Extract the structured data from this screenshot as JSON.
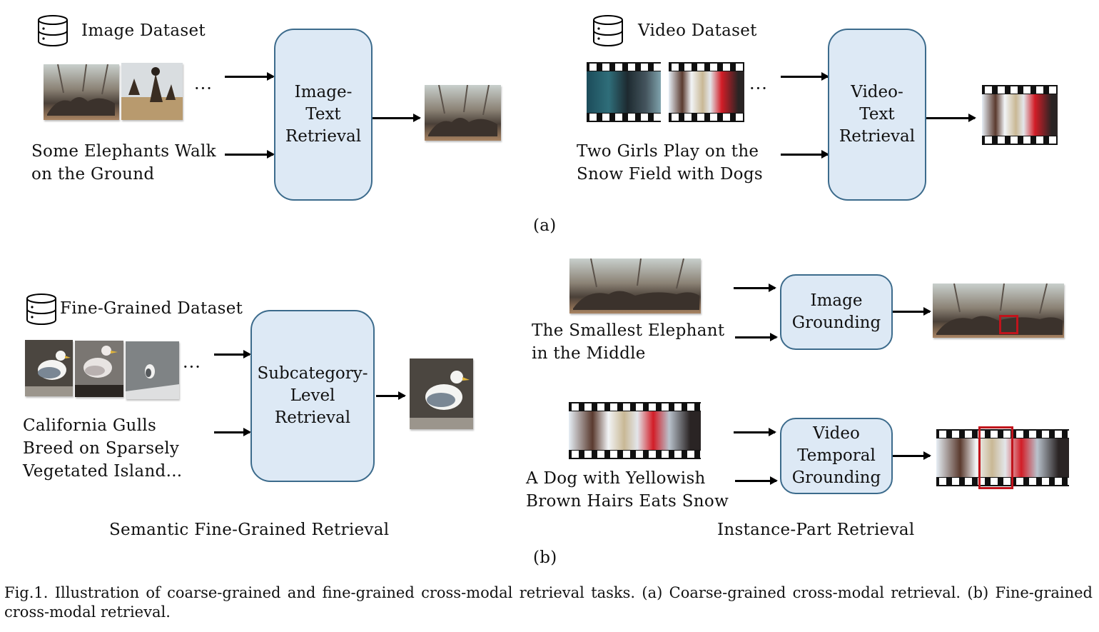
{
  "panel_a": {
    "label": "(a)",
    "image_branch": {
      "dataset_title": "Image Dataset",
      "ellipsis": "···",
      "query_lines": [
        "Some Elephants Walk",
        "on the Ground"
      ],
      "module_lines": [
        "Image-",
        "Text",
        "Retrieval"
      ],
      "thumbnails": [
        "elephants",
        "wild-dogs"
      ],
      "result": "elephants"
    },
    "video_branch": {
      "dataset_title": "Video Dataset",
      "ellipsis": "···",
      "query_lines": [
        "Two Girls Play on the",
        "Snow Field with Dogs"
      ],
      "module_lines": [
        "Video-",
        "Text",
        "Retrieval"
      ],
      "thumbnails": [
        "lab-scene",
        "snow-girls"
      ],
      "result": "snow-girls"
    }
  },
  "panel_b": {
    "label": "(b)",
    "semantic": {
      "dataset_title": "Fine-Grained Dataset",
      "ellipsis": "···",
      "query_lines": [
        "California Gulls",
        "Breed on Sparsely",
        "Vegetated Island..."
      ],
      "module_lines": [
        "Subcategory-",
        "Level",
        "Retrieval"
      ],
      "thumbnails": [
        "gull-1",
        "gull-2",
        "gull-3"
      ],
      "result": "gull-1",
      "subtitle": "Semantic Fine-Grained Retrieval"
    },
    "instance_part": {
      "image_grounding": {
        "query_lines": [
          "The Smallest Elephant",
          "in the Middle"
        ],
        "module_lines": [
          "Image",
          "Grounding"
        ]
      },
      "video_grounding": {
        "query_lines": [
          "A Dog with Yellowish",
          "Brown Hairs Eats Snow"
        ],
        "module_lines": [
          "Video",
          "Temporal",
          "Grounding"
        ]
      },
      "subtitle": "Instance-Part Retrieval"
    }
  },
  "caption": "Fig.1.  Illustration of coarse-grained and fine-grained cross-modal retrieval tasks. (a) Coarse-grained cross-modal retrieval. (b) Fine-grained cross-modal retrieval.",
  "colors": {
    "module_fill": "#dde9f5",
    "module_border": "#3c6b8c",
    "highlight": "#c0141c"
  }
}
